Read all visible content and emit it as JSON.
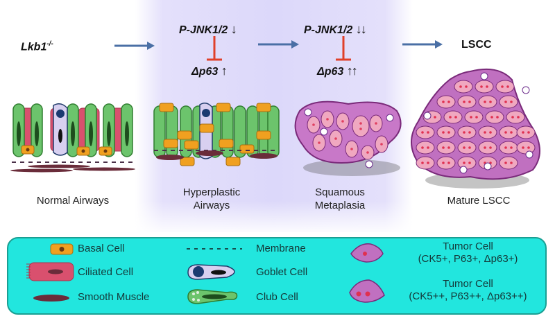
{
  "pathway": {
    "start_label": "Lkb1",
    "start_superscript": "-/-",
    "step1": {
      "top": "P-JNK1/2",
      "top_arrows": "↓",
      "bottom": "Δp63",
      "bottom_arrows": "↑"
    },
    "step2": {
      "top": "P-JNK1/2",
      "top_arrows": "↓↓",
      "bottom": "Δp63",
      "bottom_arrows": "↑↑"
    },
    "end_label": "LSCC"
  },
  "stages": [
    {
      "label": "Normal Airways"
    },
    {
      "label": "Hyperplastic\nAirways"
    },
    {
      "label": "Squamous\nMetaplasia"
    },
    {
      "label": "Mature LSCC"
    }
  ],
  "legend": {
    "items": [
      {
        "label": "Basal Cell",
        "icon": "basal-cell-icon"
      },
      {
        "label": "Ciliated Cell",
        "icon": "ciliated-cell-icon"
      },
      {
        "label": "Smooth Muscle",
        "icon": "smooth-muscle-icon"
      },
      {
        "label": "Membrane",
        "icon": "membrane-icon"
      },
      {
        "label": "Goblet Cell",
        "icon": "goblet-cell-icon"
      },
      {
        "label": "Club Cell",
        "icon": "club-cell-icon"
      },
      {
        "label": "Tumor Cell\n(CK5+, P63+, Δp63+)",
        "icon": "tumor-cell-single-nucleus-icon"
      },
      {
        "label": "Tumor Cell\n(CK5++, P63++, Δp63++)",
        "icon": "tumor-cell-double-nucleus-icon"
      }
    ]
  },
  "colors": {
    "stage_band": "#dcd8fa",
    "arrow": "#4a6fa5",
    "inhibition": "#e0402a",
    "legend_bg": "#22e6de",
    "legend_border": "#1a9f93",
    "basal": "#f0a020",
    "ciliated": "#d9506e",
    "club": "#5cb85c",
    "goblet": "#d8d0f0",
    "muscle": "#6a2c3a",
    "tumor": "#b060b0"
  }
}
